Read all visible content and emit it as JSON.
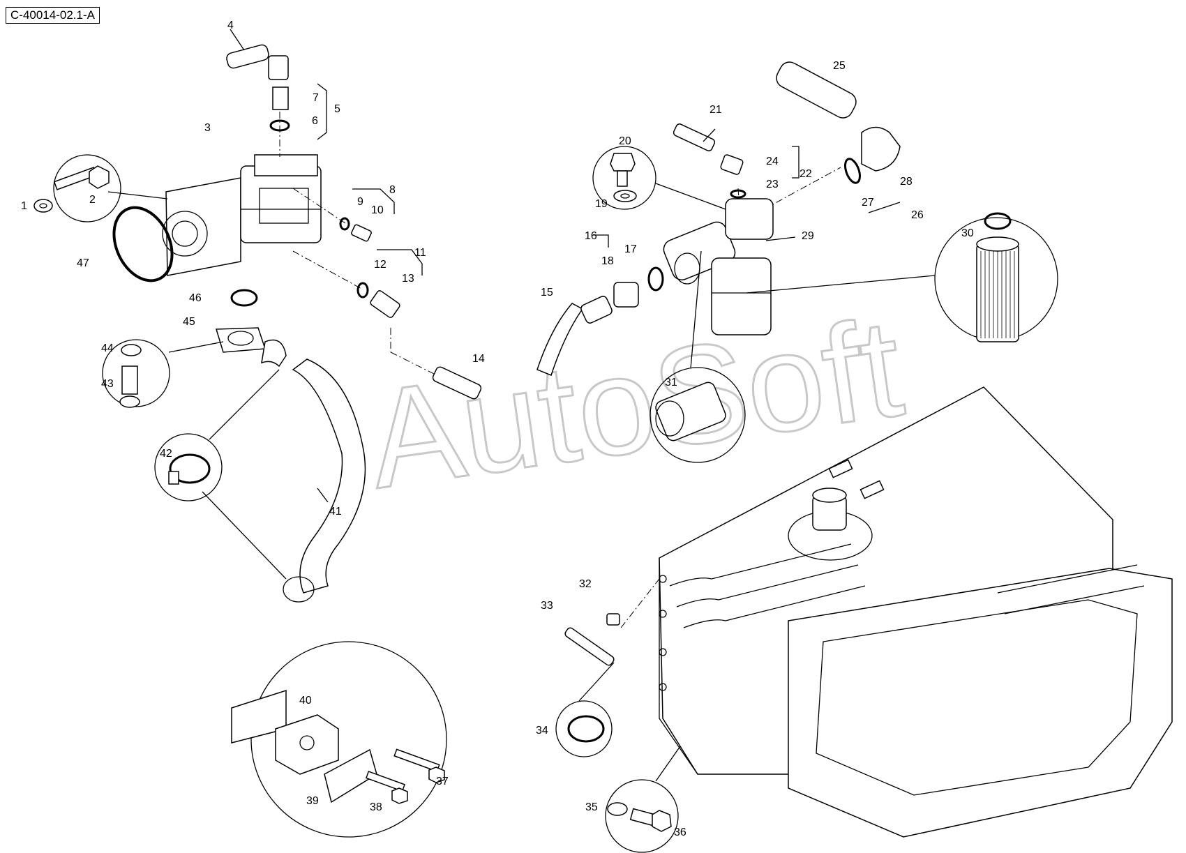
{
  "drawing": {
    "reference": "C-40014-02.1-A",
    "watermark": "AutoSoft"
  },
  "callouts": [
    "1",
    "2",
    "3",
    "4",
    "5",
    "6",
    "7",
    "8",
    "9",
    "10",
    "11",
    "12",
    "13",
    "14",
    "15",
    "16",
    "17",
    "18",
    "19",
    "20",
    "21",
    "22",
    "23",
    "24",
    "25",
    "26",
    "27",
    "28",
    "29",
    "30",
    "31",
    "32",
    "33",
    "34",
    "35",
    "36",
    "37",
    "38",
    "39",
    "40",
    "41",
    "42",
    "43",
    "44",
    "45",
    "46",
    "47"
  ]
}
